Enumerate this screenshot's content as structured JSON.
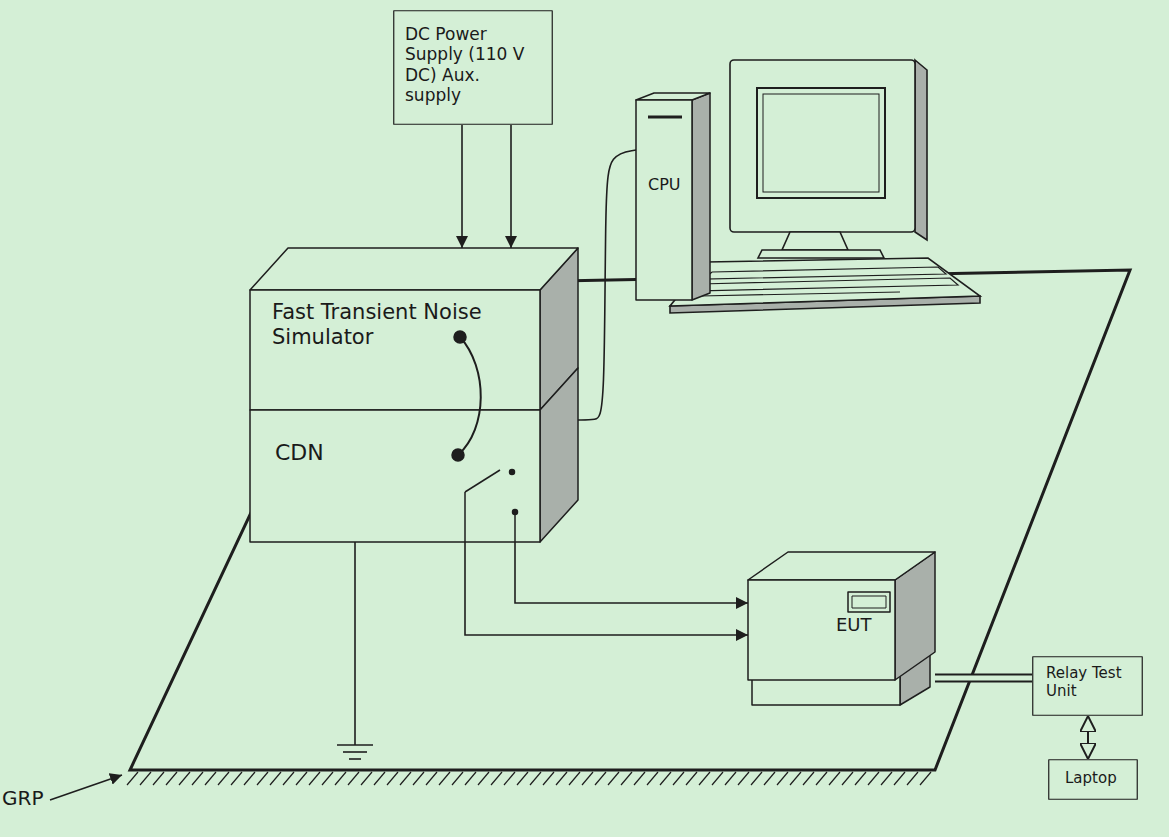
{
  "diagram": {
    "nodes": [
      {
        "text": [
          "DC Power Supply (110 V DC) Aux. supply"
        ]
      },
      {
        "text": [
          "Fast Transient Noise Simulator"
        ]
      },
      {
        "text": [
          "CPU"
        ]
      },
      {
        "text": [
          "CDN"
        ]
      },
      {
        "text": [
          "EUT"
        ]
      },
      {
        "text": [
          "Relay Test Unit"
        ]
      },
      {
        "text": [
          "Laptop"
        ]
      }
    ],
    "edges": [
      {
        "from": 0,
        "to": 1,
        "arrow": "to"
      },
      {
        "from": 0,
        "to": 1,
        "arrow": "to"
      },
      {
        "from": 2,
        "to": 3,
        "arrow": "none"
      },
      {
        "from": 3,
        "to": 4,
        "arrow": "to"
      },
      {
        "from": 3,
        "to": 4,
        "arrow": "to"
      },
      {
        "from": 4,
        "to": 5,
        "arrow": "none"
      },
      {
        "from": 5,
        "to": 6,
        "arrow": "both"
      }
    ],
    "labels": [
      "GRP"
    ]
  }
}
